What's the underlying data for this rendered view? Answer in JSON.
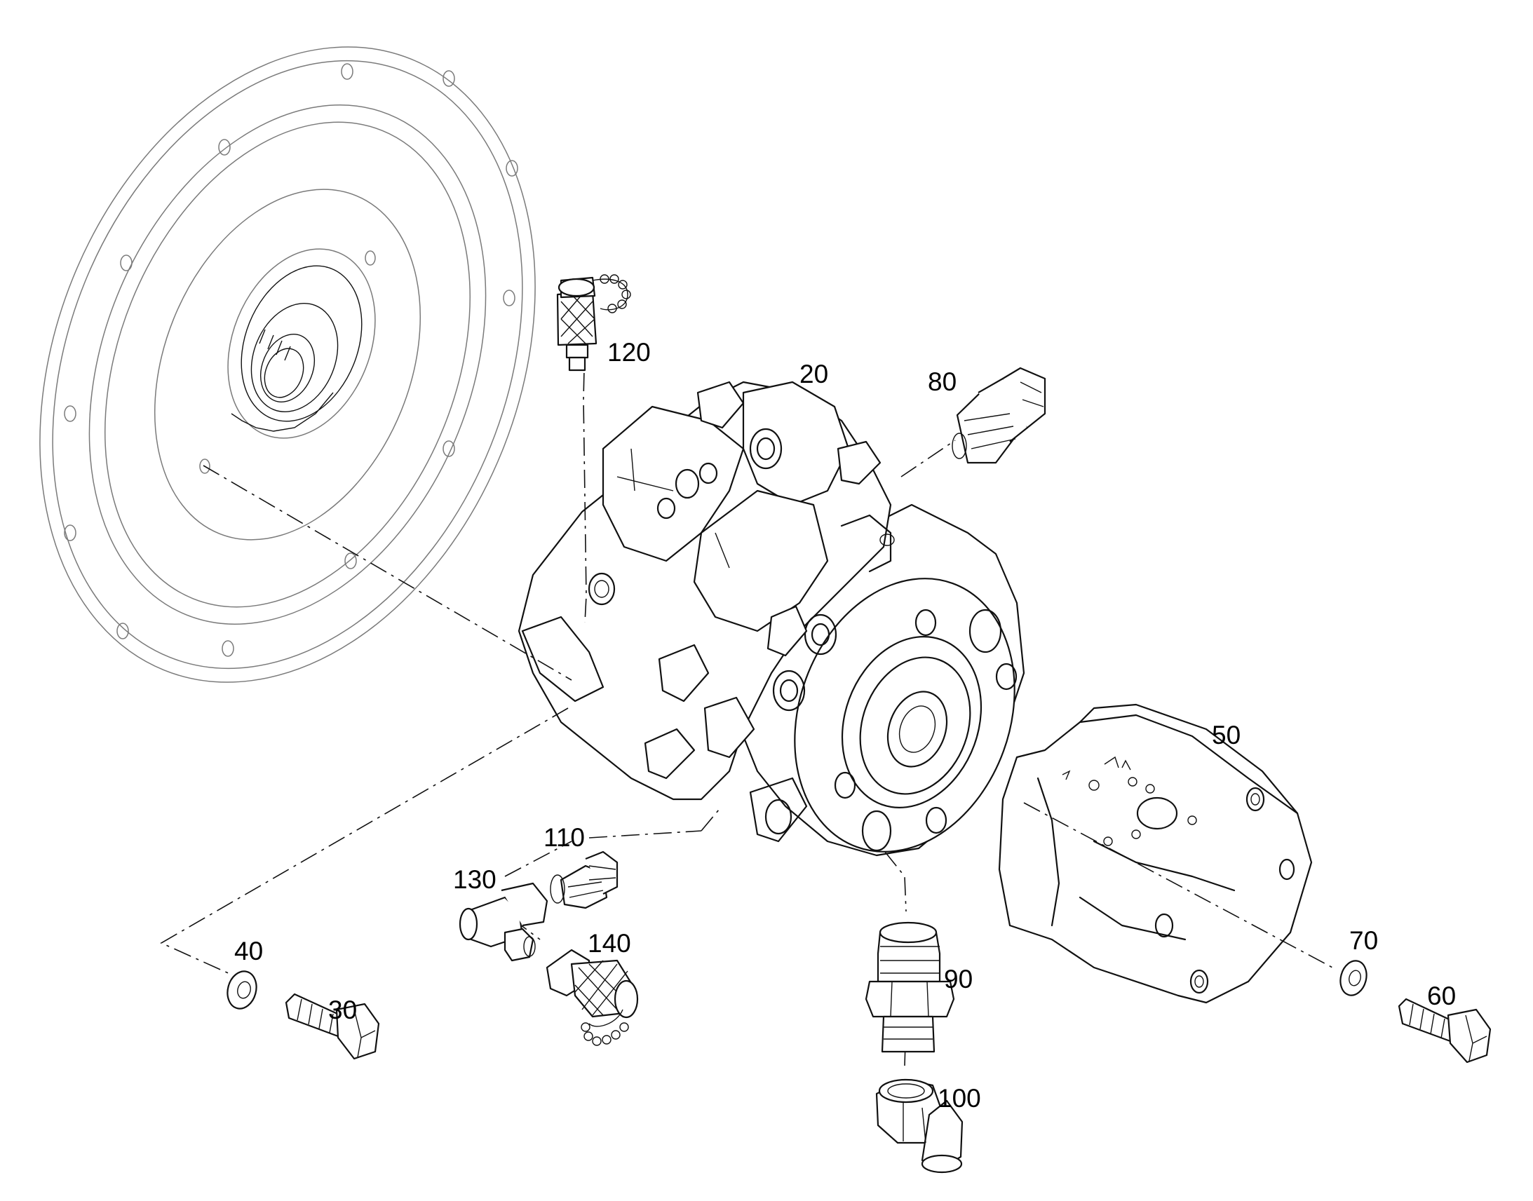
{
  "callouts": {
    "c20": "20",
    "c30": "30",
    "c40": "40",
    "c50": "50",
    "c60": "60",
    "c70": "70",
    "c80": "80",
    "c90": "90",
    "c100": "100",
    "c110": "110",
    "c120": "120",
    "c130": "130",
    "c140": "140"
  },
  "colors": {
    "line": "#111111",
    "ghost": "#7a7a7a",
    "background": "#ffffff"
  }
}
